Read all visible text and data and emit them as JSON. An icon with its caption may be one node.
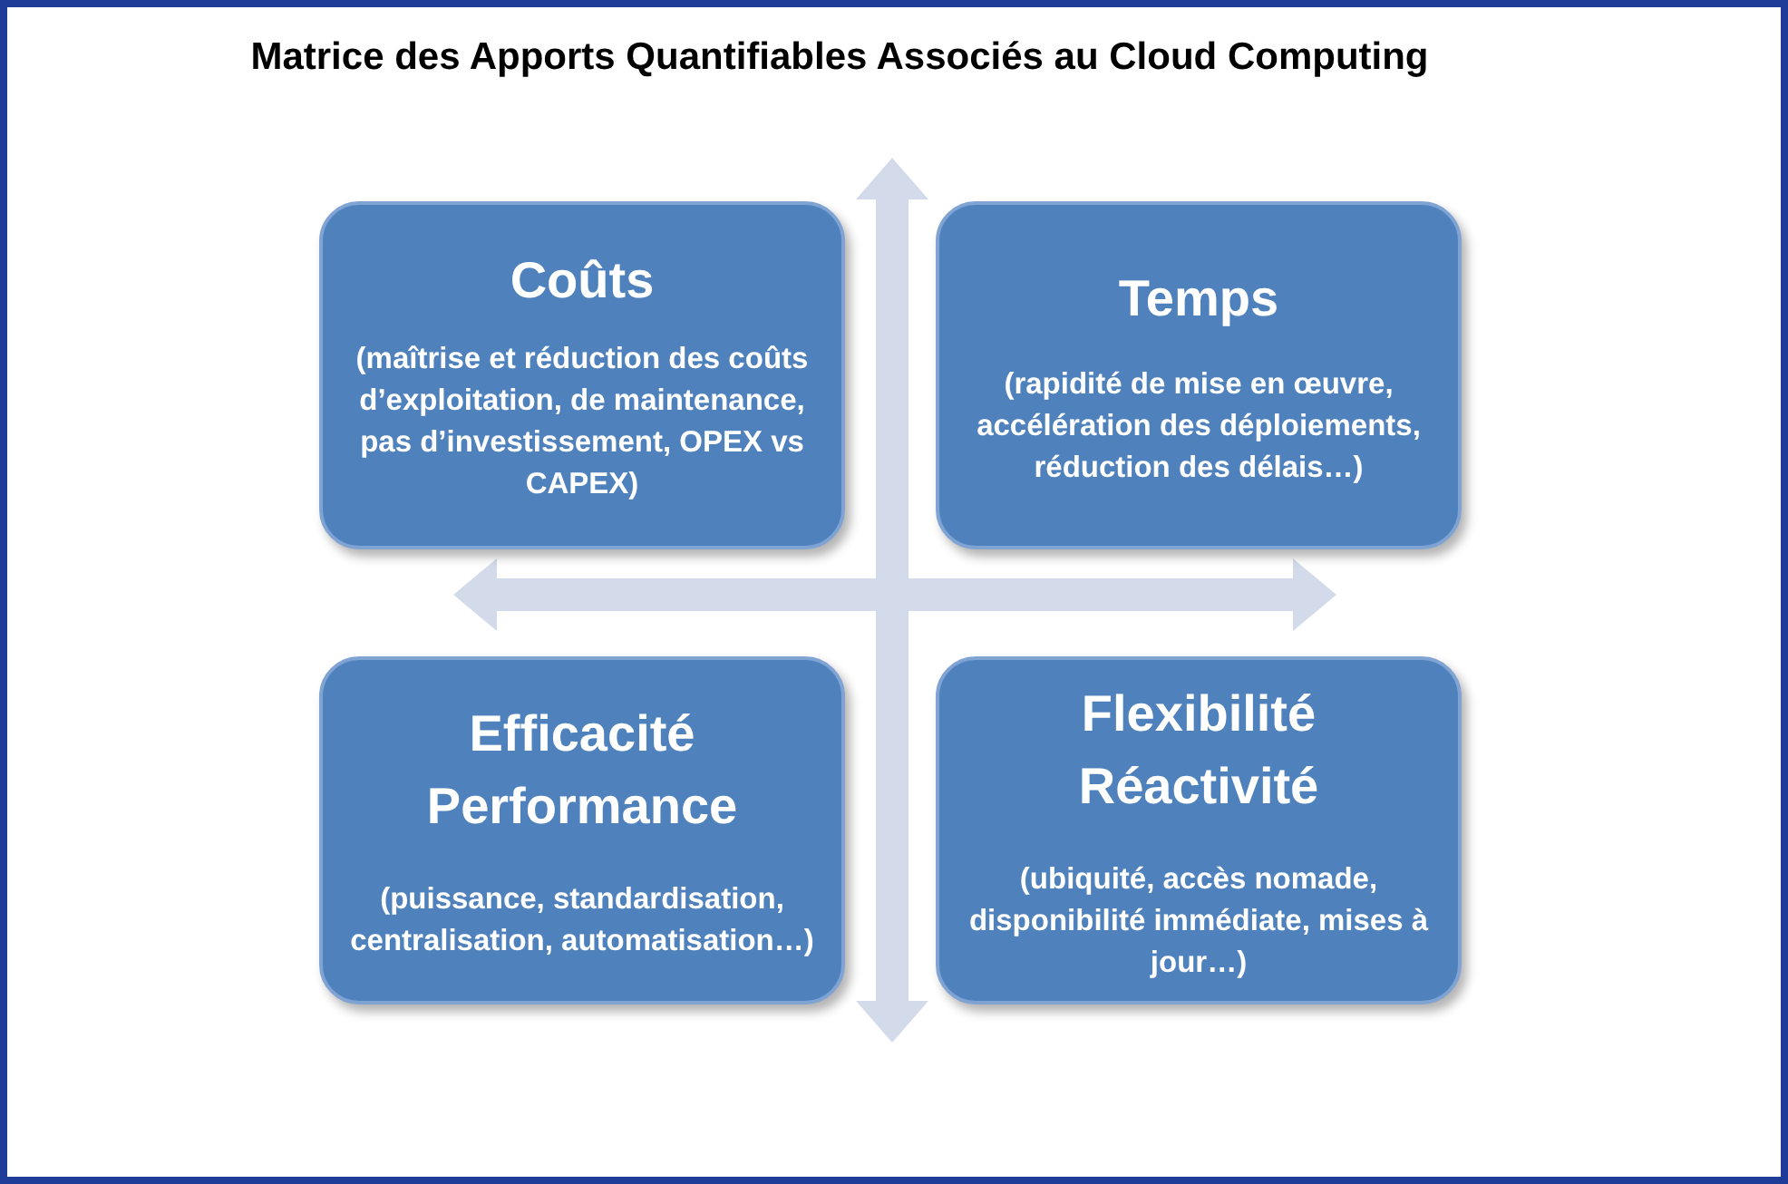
{
  "diagram": {
    "title": "Matrice des Apports Quantifiables Associés au Cloud Computing",
    "nodes": [
      {
        "text": [
          "Coûts",
          "(maîtrise et réduction des coûts d’exploitation, de maintenance, pas d’investissement, OPEX vs CAPEX)"
        ]
      },
      {
        "text": [
          "Temps",
          "(rapidité de mise en œuvre, accélération des déploiements, réduction des délais…)"
        ]
      },
      {
        "text": [
          "Efficacité Performance",
          "(puissance, standardisation, centralisation, automatisation…)"
        ]
      },
      {
        "text": [
          "Flexibilité Réactivité",
          "(ubiquité, accès nomade, disponibilité immédiate, mises à jour…)"
        ]
      }
    ]
  }
}
